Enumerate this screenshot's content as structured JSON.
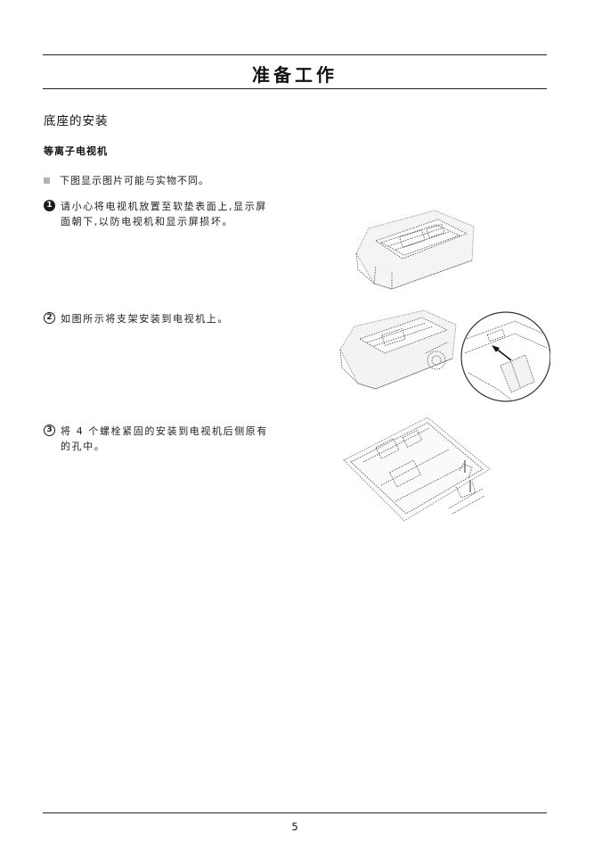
{
  "header": {
    "title": "准备工作"
  },
  "section": {
    "title": "底座的安装"
  },
  "subsection": {
    "title": "等离子电视机"
  },
  "note": {
    "text": "下图显示图片可能与实物不同。"
  },
  "steps": [
    {
      "num": "1",
      "line1": "请小心将电视机放置至软垫表面上,显示屏",
      "line2": "面朝下,以防电视机和显示屏损坏。"
    },
    {
      "num": "2",
      "line1": "如图所示将支架安装到电视机上。",
      "line2": ""
    },
    {
      "num": "3",
      "line1": "将 4 个螺栓紧固的安装到电视机后侧原有",
      "line2": "的孔中。"
    }
  ],
  "footer": {
    "page_number": "5"
  }
}
